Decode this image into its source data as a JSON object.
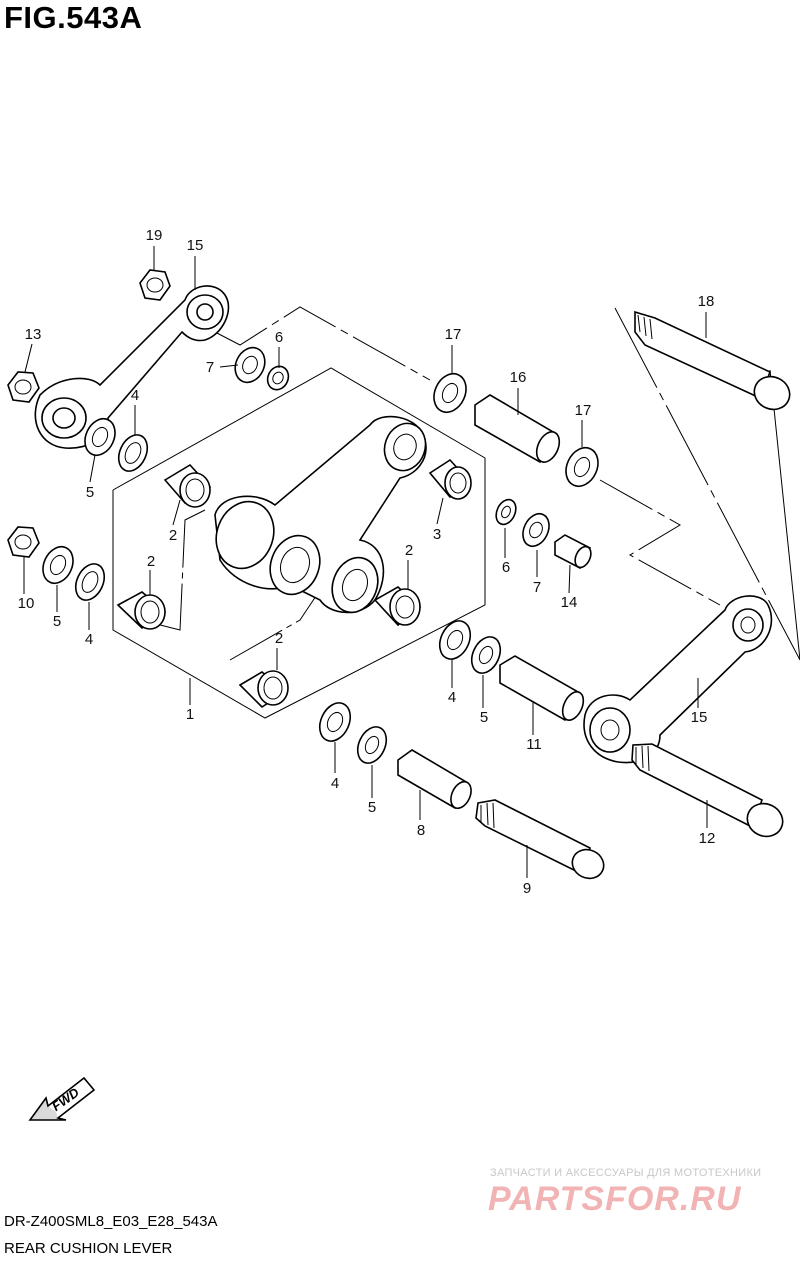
{
  "figure": {
    "title": "FIG.543A",
    "code": "DR-Z400SML8_E03_E28_543A",
    "description": "REAR CUSHION LEVER"
  },
  "direction_marker": {
    "label": "FWD",
    "icon": "arrow-left-down-icon"
  },
  "watermark": {
    "subtitle": "ЗАПЧАСТИ И АКСЕССУАРЫ ДЛЯ МОТОТЕХНИКИ",
    "brand": "PARTSFOR.RU",
    "color": "#f1b3b3"
  },
  "callouts": [
    {
      "id": "c19",
      "label": "19"
    },
    {
      "id": "c15a",
      "label": "15"
    },
    {
      "id": "c13",
      "label": "13"
    },
    {
      "id": "c6a",
      "label": "6"
    },
    {
      "id": "c7a",
      "label": "7"
    },
    {
      "id": "c4a",
      "label": "4"
    },
    {
      "id": "c5a",
      "label": "5"
    },
    {
      "id": "c17a",
      "label": "17"
    },
    {
      "id": "c16",
      "label": "16"
    },
    {
      "id": "c18",
      "label": "18"
    },
    {
      "id": "c17b",
      "label": "17"
    },
    {
      "id": "c2a",
      "label": "2"
    },
    {
      "id": "c3",
      "label": "3"
    },
    {
      "id": "c6b",
      "label": "6"
    },
    {
      "id": "c7b",
      "label": "7"
    },
    {
      "id": "c14",
      "label": "14"
    },
    {
      "id": "c2b",
      "label": "2"
    },
    {
      "id": "c2c",
      "label": "2"
    },
    {
      "id": "c10",
      "label": "10"
    },
    {
      "id": "c5b",
      "label": "5"
    },
    {
      "id": "c4b",
      "label": "4"
    },
    {
      "id": "c2d",
      "label": "2"
    },
    {
      "id": "c1",
      "label": "1"
    },
    {
      "id": "c4c",
      "label": "4"
    },
    {
      "id": "c5c",
      "label": "5"
    },
    {
      "id": "c11",
      "label": "11"
    },
    {
      "id": "c15b",
      "label": "15"
    },
    {
      "id": "c4d",
      "label": "4"
    },
    {
      "id": "c5d",
      "label": "5"
    },
    {
      "id": "c8",
      "label": "8"
    },
    {
      "id": "c9",
      "label": "9"
    },
    {
      "id": "c12",
      "label": "12"
    }
  ]
}
